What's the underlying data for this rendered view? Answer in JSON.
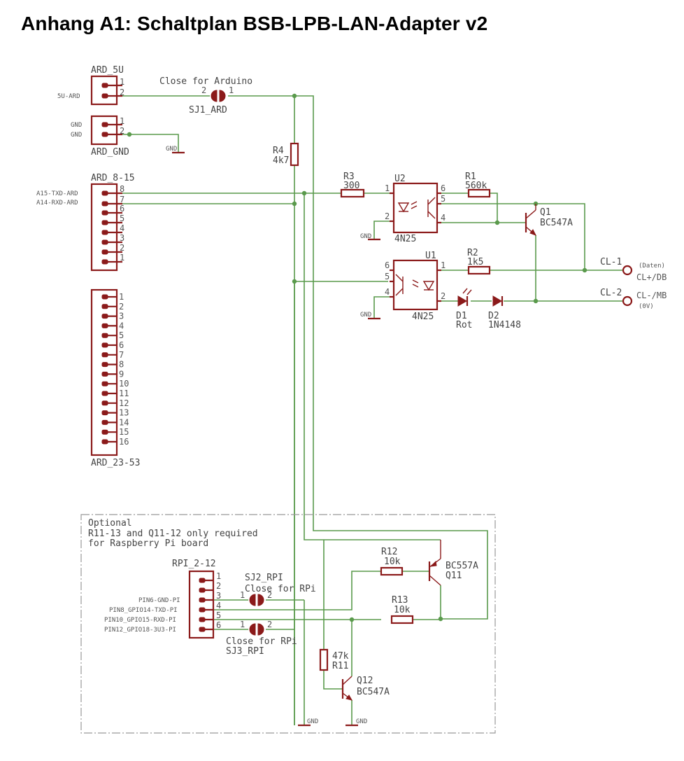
{
  "title": "Anhang A1: Schaltplan BSB-LPB-LAN-Adapter v2",
  "colors": {
    "parts": "#8b1a1a",
    "nets": "#5a9a4c",
    "frame": "#999999",
    "text": "#555555"
  },
  "headers": {
    "ard_5v": {
      "name": "ARD_5U",
      "pins": [
        "1",
        "2"
      ],
      "signals": [
        "",
        "5U-ARD"
      ]
    },
    "ard_gnd": {
      "name": "ARD_GND",
      "pins": [
        "1",
        "2"
      ],
      "signals": [
        "GND",
        "GND"
      ]
    },
    "ard_8_15": {
      "name": "ARD_8-15",
      "pins": [
        "8",
        "7",
        "6",
        "5",
        "4",
        "3",
        "2",
        "1"
      ],
      "signals": [
        "A15-TXD-ARD",
        "A14-RXD-ARD"
      ]
    },
    "ard_23_53": {
      "name": "ARD_23-53",
      "pins": [
        "1",
        "2",
        "3",
        "4",
        "5",
        "6",
        "7",
        "8",
        "9",
        "10",
        "11",
        "12",
        "13",
        "14",
        "15",
        "16"
      ]
    },
    "rpi_2_12": {
      "name": "RPI_2-12",
      "pins": [
        "1",
        "2",
        "3",
        "4",
        "5",
        "6"
      ],
      "signals": [
        "PIN6-GND-PI",
        "PIN8_GPIO14-TXD-PI",
        "PIN10_GPIO15-RXD-PI",
        "PIN12_GPIO18-3U3-PI"
      ]
    }
  },
  "jumpers": {
    "sj1": {
      "name": "SJ1_ARD",
      "note": "Close for Arduino",
      "pin_a": "2",
      "pin_b": "1"
    },
    "sj2": {
      "name": "SJ2_RPI",
      "note": "Close for RPi",
      "pin_a": "1",
      "pin_b": "2"
    },
    "sj3": {
      "name": "SJ3_RPI",
      "note": "Close for RPi",
      "pin_a": "1",
      "pin_b": "2"
    }
  },
  "resistors": {
    "r1": {
      "name": "R1",
      "value": "560k"
    },
    "r2": {
      "name": "R2",
      "value": "1k5"
    },
    "r3": {
      "name": "R3",
      "value": "300"
    },
    "r4": {
      "name": "R4",
      "value": "4k7"
    },
    "r11": {
      "name": "R11",
      "value": "47k"
    },
    "r12": {
      "name": "R12",
      "value": "10k"
    },
    "r13": {
      "name": "R13",
      "value": "10k"
    }
  },
  "optocouplers": {
    "u1": {
      "name": "U1",
      "type": "4N25",
      "pins": [
        "6",
        "5",
        "4",
        "1",
        "2"
      ]
    },
    "u2": {
      "name": "U2",
      "type": "4N25",
      "pins": [
        "1",
        "2",
        "6",
        "5",
        "4"
      ]
    }
  },
  "transistors": {
    "q1": {
      "name": "Q1",
      "type": "BC547A"
    },
    "q11": {
      "type": "BC557A",
      "name": "Q11"
    },
    "q12": {
      "name": "Q12",
      "type": "BC547A"
    }
  },
  "diodes": {
    "d1": {
      "name": "D1",
      "value": "Rot"
    },
    "d2": {
      "name": "D2",
      "value": "1N4148"
    }
  },
  "connectors": {
    "cl1": {
      "name": "CL-1",
      "pin": "CL+/DB",
      "note": "(Daten)"
    },
    "cl2": {
      "name": "CL-2",
      "pin": "CL-/MB",
      "note": "(0V)"
    }
  },
  "gnd_label": "GND",
  "optional_box": {
    "lines": [
      "Optional",
      "R11-13 and Q11-12 only required",
      "for Raspberry Pi board"
    ]
  }
}
